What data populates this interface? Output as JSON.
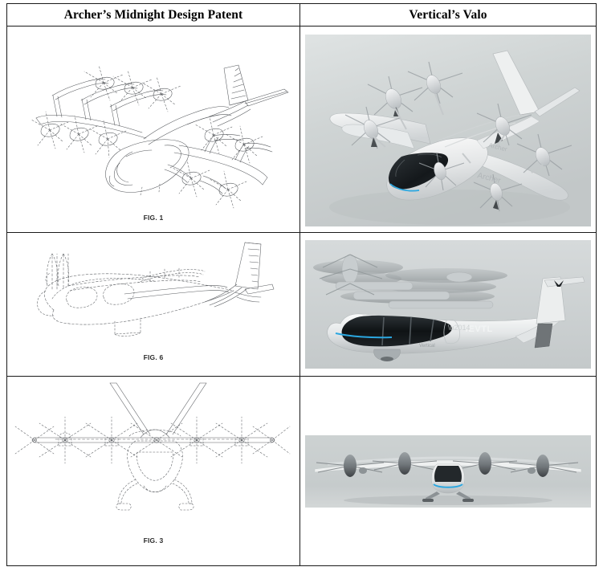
{
  "document": {
    "type": "comparison-table",
    "columns": [
      {
        "id": "archer",
        "header": "Archer’s Midnight Design Patent"
      },
      {
        "id": "vertical",
        "header": "Vertical’s Valo"
      }
    ],
    "rows": [
      {
        "id": "row-perspective",
        "left": {
          "kind": "patent-line-drawing",
          "view": "three-quarter-perspective",
          "figure_label": "FIG. 1",
          "description": "Dashed-and-solid line patent drawing of an eVTOL aircraft in three-quarter top perspective showing twelve rotors on forward and aft booms, a high wing, V-tail and pod fuselage."
        },
        "right": {
          "kind": "photo",
          "view": "three-quarter-aerial",
          "subject": "Vertical Aerospace Valo eVTOL",
          "livery_text": "Archer",
          "background_color": "#ccd1d1",
          "description": "Rendered photo of a white eVTOL aircraft seen from above-front-left, eight tilting propellers, dark glass canopy, tall single tail fin."
        }
      },
      {
        "id": "row-side",
        "left": {
          "kind": "patent-line-drawing",
          "view": "side-elevation",
          "figure_label": "FIG. 6",
          "description": "Side elevation patent line drawing of the eVTOL with forward rotor booms, cabin windows, landing skid fairing and swept V-tail."
        },
        "right": {
          "kind": "photo",
          "view": "side-elevation",
          "subject": "Vertical Aerospace Valo eVTOL",
          "livery_text": "/EVTL",
          "secondary_text": "Vertical",
          "accent_color": "#2ba7e0",
          "background_color": "#ccd1d1",
          "description": "Side view render of the white eVTOL in flight with spinning propeller blur above the fuselage, dark tinted cabin glazing, blue accent light line and tail logo."
        }
      },
      {
        "id": "row-front",
        "left": {
          "kind": "patent-line-drawing",
          "view": "front-elevation",
          "figure_label": "FIG. 3",
          "description": "Front elevation patent line drawing showing the full wingspan with six propellers, central fuselage pod, landing gear and upward-splayed V-tail surfaces."
        },
        "right": {
          "kind": "photo",
          "view": "front-elevation",
          "subject": "Vertical Aerospace Valo eVTOL",
          "accent_color": "#2ba7e0",
          "background_color": "#c9cfcf",
          "description": "Head-on photo of the eVTOL on the ground, eight nacelles with propeller blades across the wing, blue illuminated ring under the nose and twin landing gear."
        }
      }
    ]
  }
}
